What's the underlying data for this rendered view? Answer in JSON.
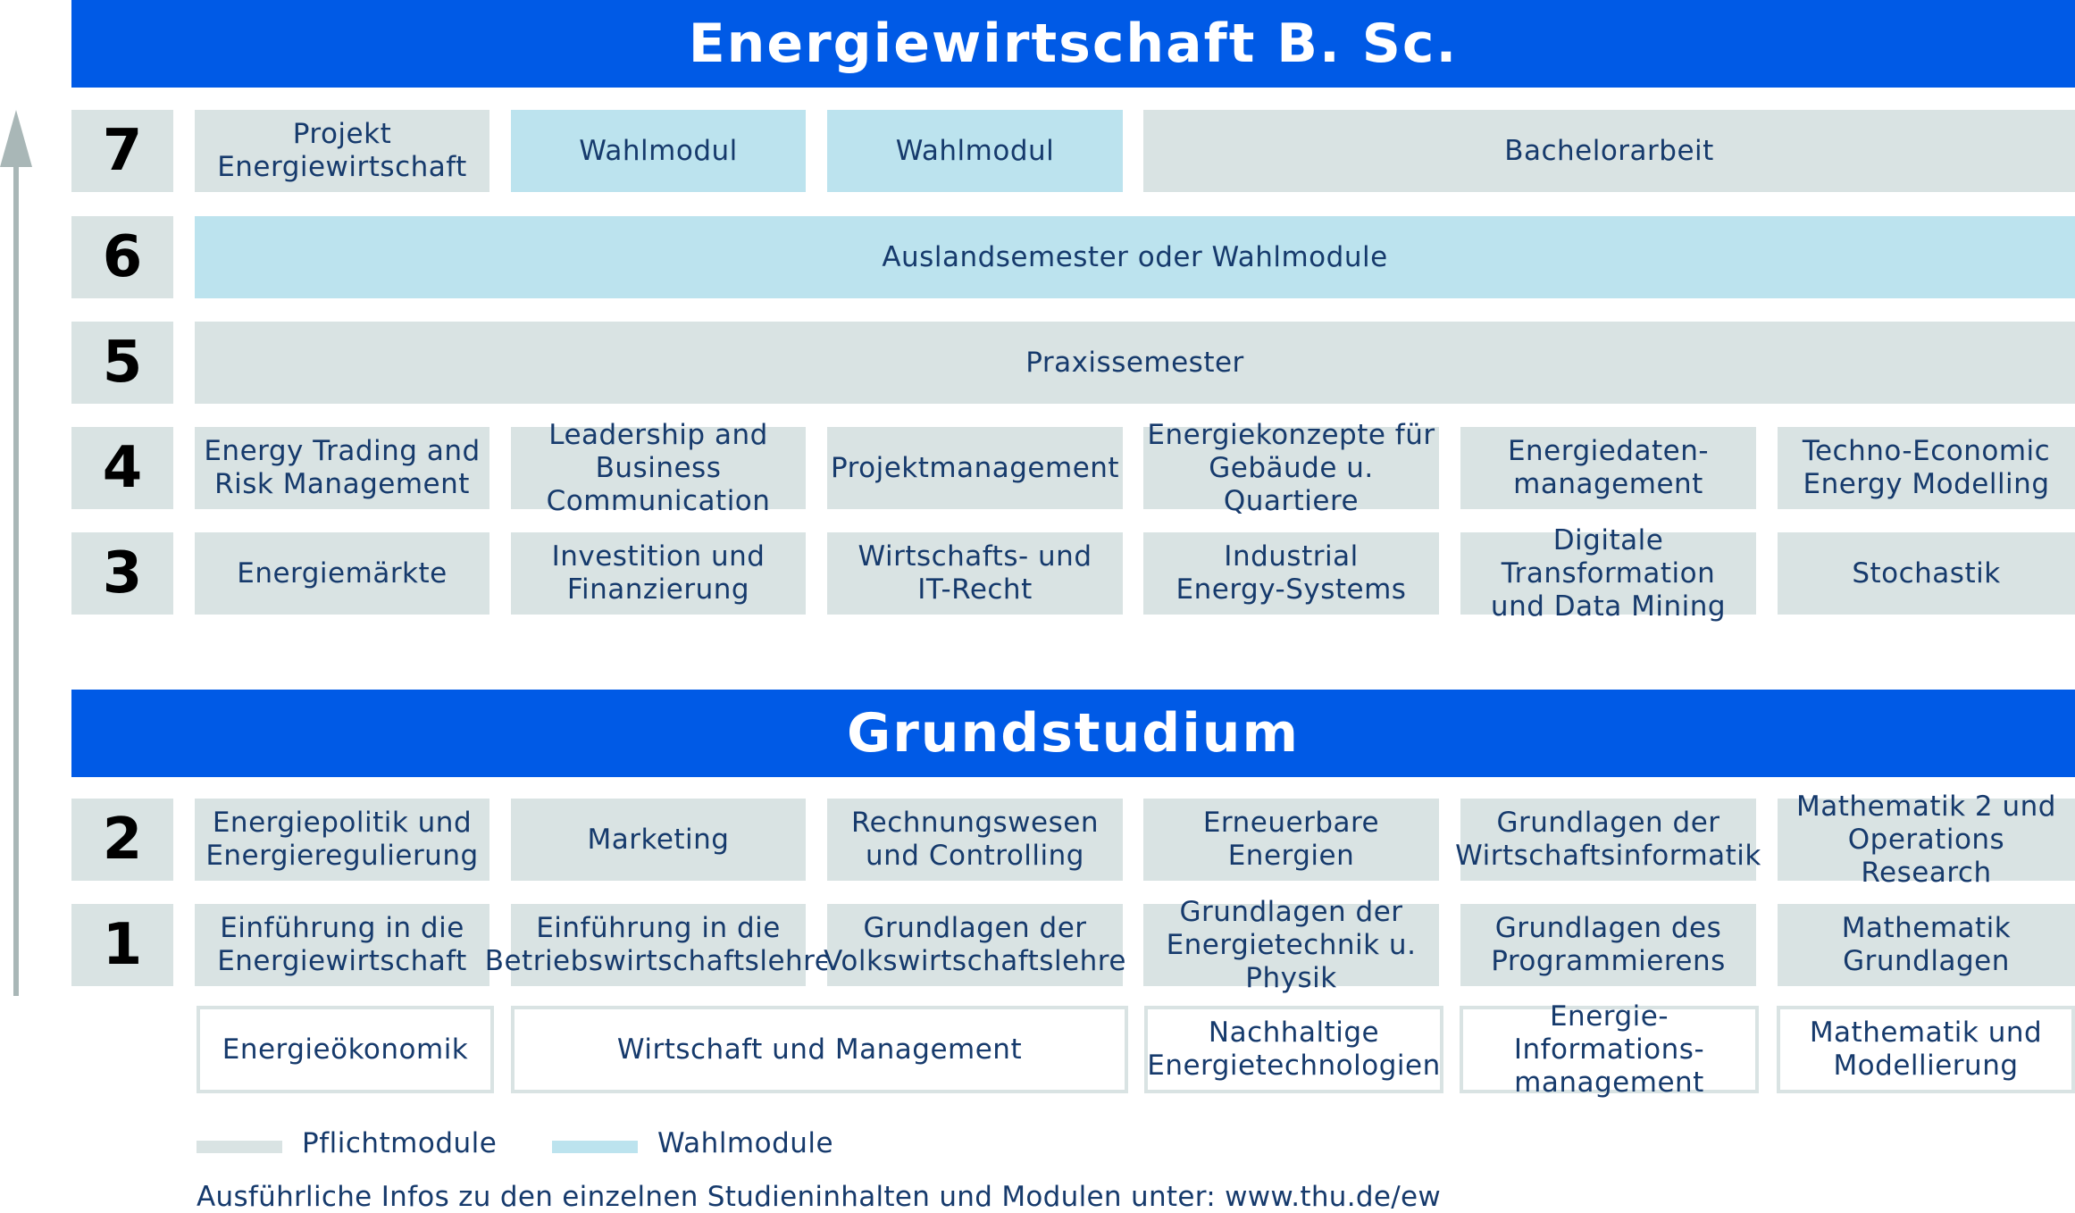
{
  "title": "Energiewirtschaft B. Sc.",
  "grundstudium_title": "Grundstudium",
  "semesters": {
    "s7": "7",
    "s6": "6",
    "s5": "5",
    "s4": "4",
    "s3": "3",
    "s2": "2",
    "s1": "1"
  },
  "modules": {
    "s7": [
      "Projekt\nEnergiewirtschaft",
      "Wahlmodul",
      "Wahlmodul",
      "Bachelorarbeit"
    ],
    "s6": [
      "Auslandsemester oder Wahlmodule"
    ],
    "s5": [
      "Praxissemester"
    ],
    "s4": [
      "Energy Trading and\nRisk Management",
      "Leadership and Business\nCommunication",
      "Projektmanagement",
      "Energiekonzepte für\nGebäude u. Quartiere",
      "Energiedaten-\nmanagement",
      "Techno-Economic\nEnergy Modelling"
    ],
    "s3": [
      "Energiemärkte",
      "Investition und\nFinanzierung",
      "Wirtschafts- und\nIT-Recht",
      "Industrial\nEnergy-Systems",
      "Digitale Transformation\nund Data Mining",
      "Stochastik"
    ],
    "s2": [
      "Energiepolitik und\nEnergieregulierung",
      "Marketing",
      "Rechnungswesen\nund Controlling",
      "Erneuerbare\nEnergien",
      "Grundlagen der\nWirtschaftsinformatik",
      "Mathematik 2 und\nOperations Research"
    ],
    "s1": [
      "Einführung in die\nEnergiewirtschaft",
      "Einführung in die\nBetriebswirtschaftslehre",
      "Grundlagen der\nVolkswirtschaftslehre",
      "Grundlagen der\nEnergietechnik u. Physik",
      "Grundlagen des\nProgrammierens",
      "Mathematik\nGrundlagen"
    ]
  },
  "areas": [
    "Energieökonomik",
    "Wirtschaft und Management",
    "Nachhaltige\nEnergietechnologien",
    "Energie-Informations-\nmanagement",
    "Mathematik und\nModellierung"
  ],
  "legend": {
    "pflicht": "Pflichtmodule",
    "wahl": "Wahlmodule"
  },
  "colors": {
    "header_blue": "#005AE6",
    "pflicht": "#D9E3E3",
    "wahl": "#BCE3EE",
    "text_navy": "#163A6C",
    "arrow": "#A9B7B7"
  },
  "footer": "Ausführliche Infos zu den einzelnen Studieninhalten und Modulen unter: www.thu.de/ew"
}
